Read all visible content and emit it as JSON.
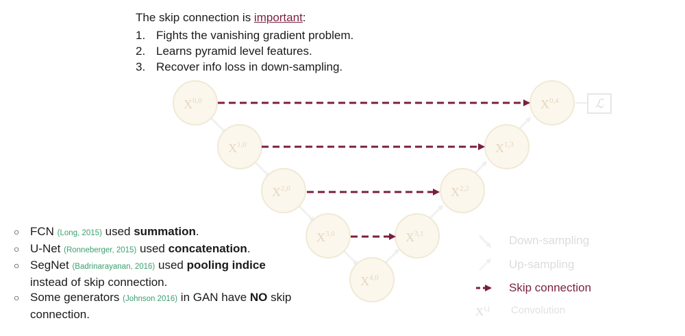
{
  "header": {
    "prefix": "The skip connection is ",
    "highlight": "important",
    "suffix": ":"
  },
  "numbered": [
    {
      "num": "1.",
      "text": "Fights the vanishing gradient problem."
    },
    {
      "num": "2.",
      "text": "Learns pyramid level features."
    },
    {
      "num": "3.",
      "text": "Recover info loss in down-sampling."
    }
  ],
  "bullets": {
    "b1": {
      "pre": "FCN ",
      "cite": "(Long, 2015)",
      "mid": " used ",
      "bold": "summation",
      "post": "."
    },
    "b2": {
      "pre": "U-Net ",
      "cite": "(Ronneberger, 2015)",
      "mid": " used ",
      "bold": "concatenation",
      "post": "."
    },
    "b3": {
      "pre": "SegNet ",
      "cite": "(Badrinarayanan, 2016)",
      "mid": " used ",
      "bold": "pooling indice",
      "line2": "instead of skip connection."
    },
    "b4": {
      "pre": "Some generators ",
      "cite": "(Johnson 2016)",
      "mid": " in GAN have ",
      "bold": "NO",
      "post": " skip",
      "line2": "connection."
    }
  },
  "diagram": {
    "nodes": {
      "x00": {
        "base": "X",
        "sup": "0,0"
      },
      "x10": {
        "base": "X",
        "sup": "1,0"
      },
      "x20": {
        "base": "X",
        "sup": "2,0"
      },
      "x30": {
        "base": "X",
        "sup": "3,0"
      },
      "x40": {
        "base": "X",
        "sup": "4,0"
      },
      "x31": {
        "base": "X",
        "sup": "3,1"
      },
      "x22": {
        "base": "X",
        "sup": "2,2"
      },
      "x13": {
        "base": "X",
        "sup": "1,3"
      },
      "x04": {
        "base": "X",
        "sup": "0,4"
      }
    },
    "loss_symbol": "ℒ",
    "colors": {
      "skip": "#7a1f3d",
      "node_fill": "#fbf7ec",
      "node_stroke": "#f0e9d5",
      "node_text": "#e6d7c0"
    }
  },
  "legend": {
    "down": "Down-sampling",
    "up": "Up-sampling",
    "skip": "Skip connection",
    "conv": "Convolution",
    "conv_base": "X",
    "conv_sup": "i,j"
  }
}
